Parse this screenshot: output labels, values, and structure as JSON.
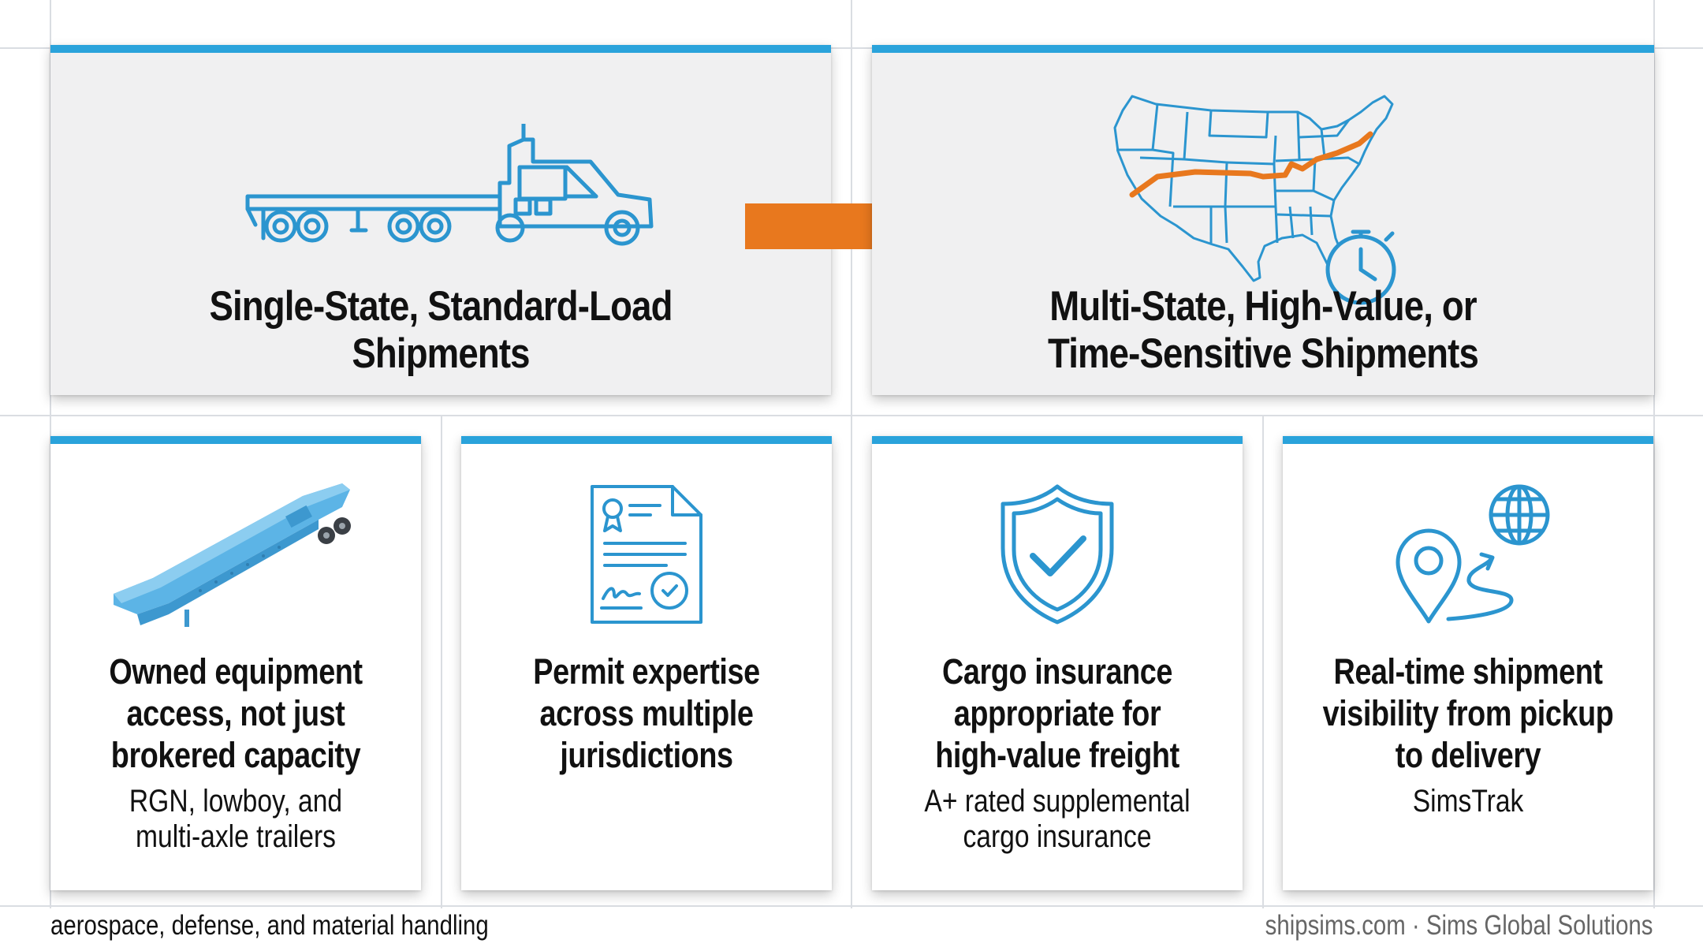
{
  "top_left": {
    "title_lines": [
      "Single-State, Standard-Load",
      "Shipments"
    ],
    "icon": "flatbed-truck-icon"
  },
  "transition_arrow": {
    "icon": "arrow-right-icon",
    "color": "#e8781e"
  },
  "top_right": {
    "title_lines": [
      "Multi-State, High-Value, or",
      "Time-Sensitive Shipments"
    ],
    "icon": "us-map-route-stopwatch-icon",
    "route_color": "#e8781e"
  },
  "columns": [
    {
      "icon": "lowboy-trailer-icon",
      "title_lines": [
        "Owned equipment",
        "access, not just",
        "brokered capacity"
      ],
      "subtitle_lines": [
        "RGN, lowboy, and",
        "multi-axle trailers"
      ]
    },
    {
      "icon": "permit-document-icon",
      "title_lines": [
        "Permit expertise",
        "across multiple",
        "jurisdictions"
      ],
      "subtitle_lines": []
    },
    {
      "icon": "shield-check-icon",
      "title_lines": [
        "Cargo insurance",
        "appropriate for",
        "high-value freight"
      ],
      "subtitle_lines": [
        "A+ rated supplemental",
        "cargo insurance"
      ]
    },
    {
      "icon": "location-globe-tracking-icon",
      "title_lines": [
        "Real-time shipment",
        "visibility from pickup",
        "to delivery"
      ],
      "subtitle_lines": [
        "SimsTrak"
      ]
    }
  ],
  "footer": {
    "left": "aerospace, defense, and material handling",
    "right": "shipsims.com · Sims Global Solutions"
  },
  "colors": {
    "accent_blue": "#2aa3db",
    "icon_blue": "#2b95cf",
    "accent_orange": "#e8781e",
    "top_card_bg": "#f0f0f1"
  }
}
